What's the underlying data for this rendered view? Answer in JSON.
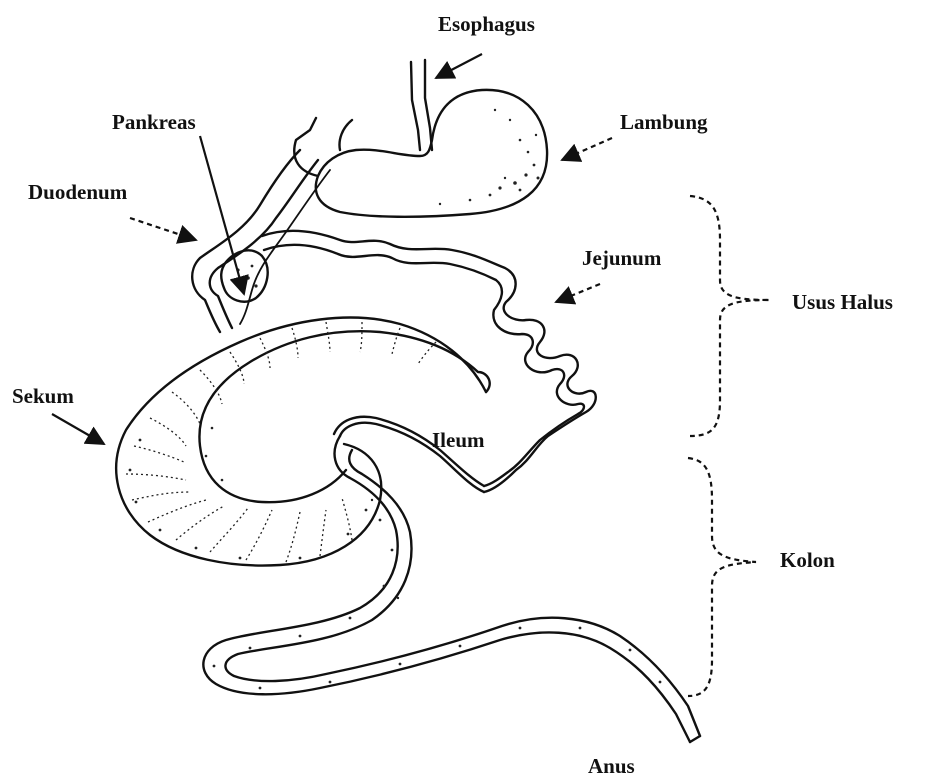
{
  "labels": {
    "esophagus": "Esophagus",
    "pankreas": "Pankreas",
    "lambung": "Lambung",
    "duodenum": "Duodenum",
    "jejunum": "Jejunum",
    "usus_halus": "Usus Halus",
    "sekum": "Sekum",
    "ileum": "Ileum",
    "kolon": "Kolon",
    "anus": "Anus"
  }
}
